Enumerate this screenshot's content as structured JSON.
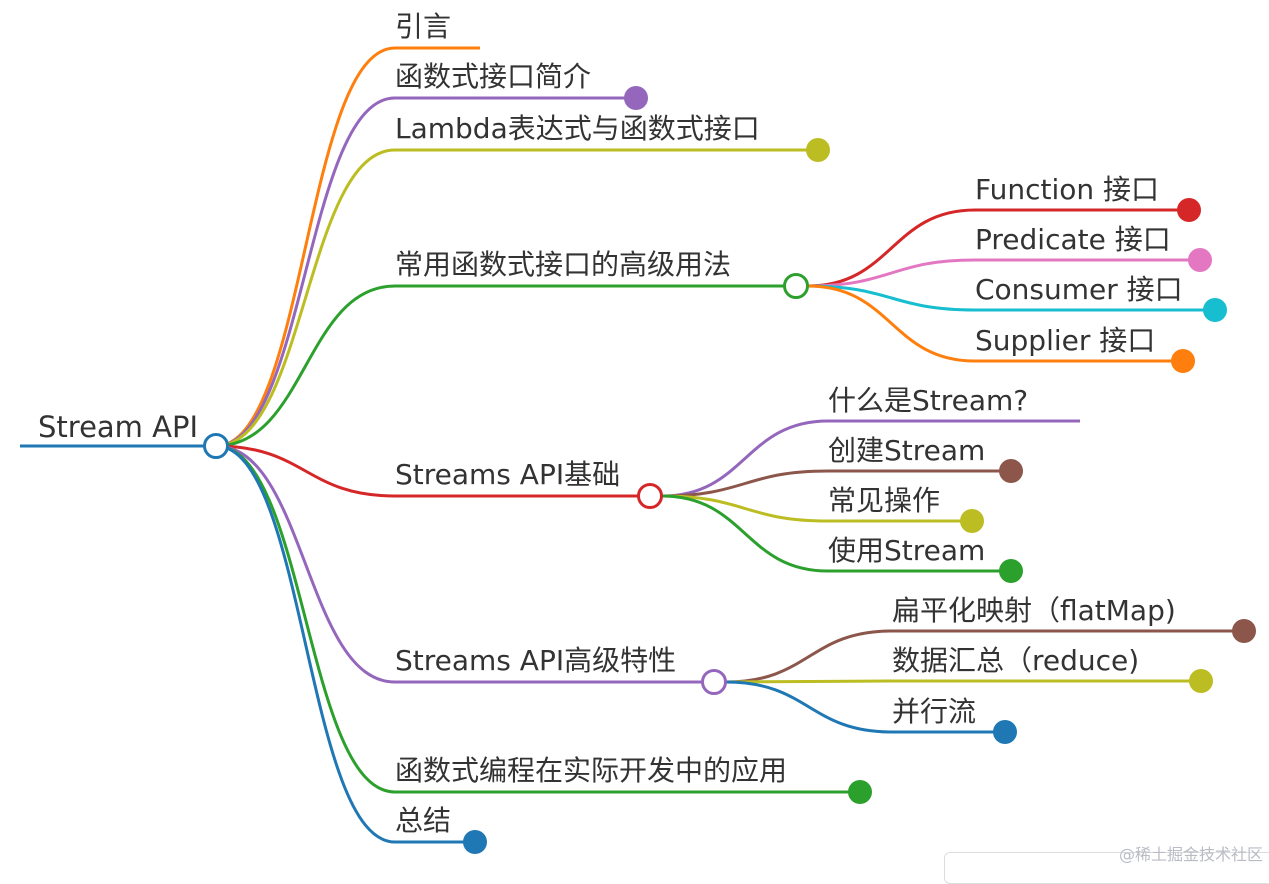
{
  "root": {
    "label": "Stream API",
    "color": "#1f77b4"
  },
  "branches": [
    {
      "label": "引言",
      "color": "#ff7f0e",
      "children": []
    },
    {
      "label": "函数式接口简介",
      "color": "#9467bd",
      "children": []
    },
    {
      "label": "Lambda表达式与函数式接口",
      "color": "#bcbd22",
      "children": []
    },
    {
      "label": "常用函数式接口的高级用法",
      "color": "#2ca02c",
      "children": [
        {
          "label": "Function 接口",
          "color": "#d62728"
        },
        {
          "label": "Predicate 接口",
          "color": "#e377c2"
        },
        {
          "label": "Consumer 接口",
          "color": "#17becf"
        },
        {
          "label": "Supplier 接口",
          "color": "#ff7f0e"
        }
      ]
    },
    {
      "label": "Streams API基础",
      "color": "#d62728",
      "children": [
        {
          "label": "什么是Stream?",
          "color": "#9467bd"
        },
        {
          "label": "创建Stream",
          "color": "#8c564b"
        },
        {
          "label": "常见操作",
          "color": "#bcbd22"
        },
        {
          "label": "使用Stream",
          "color": "#2ca02c"
        }
      ]
    },
    {
      "label": "Streams API高级特性",
      "color": "#9467bd",
      "children": [
        {
          "label": "扁平化映射（flatMap)",
          "color": "#8c564b"
        },
        {
          "label": "数据汇总（reduce)",
          "color": "#bcbd22"
        },
        {
          "label": "并行流",
          "color": "#1f77b4"
        }
      ]
    },
    {
      "label": "函数式编程在实际开发中的应用",
      "color": "#2ca02c",
      "children": []
    },
    {
      "label": "总结",
      "color": "#1f77b4",
      "children": []
    }
  ],
  "watermark": "@稀土掘金技术社区"
}
